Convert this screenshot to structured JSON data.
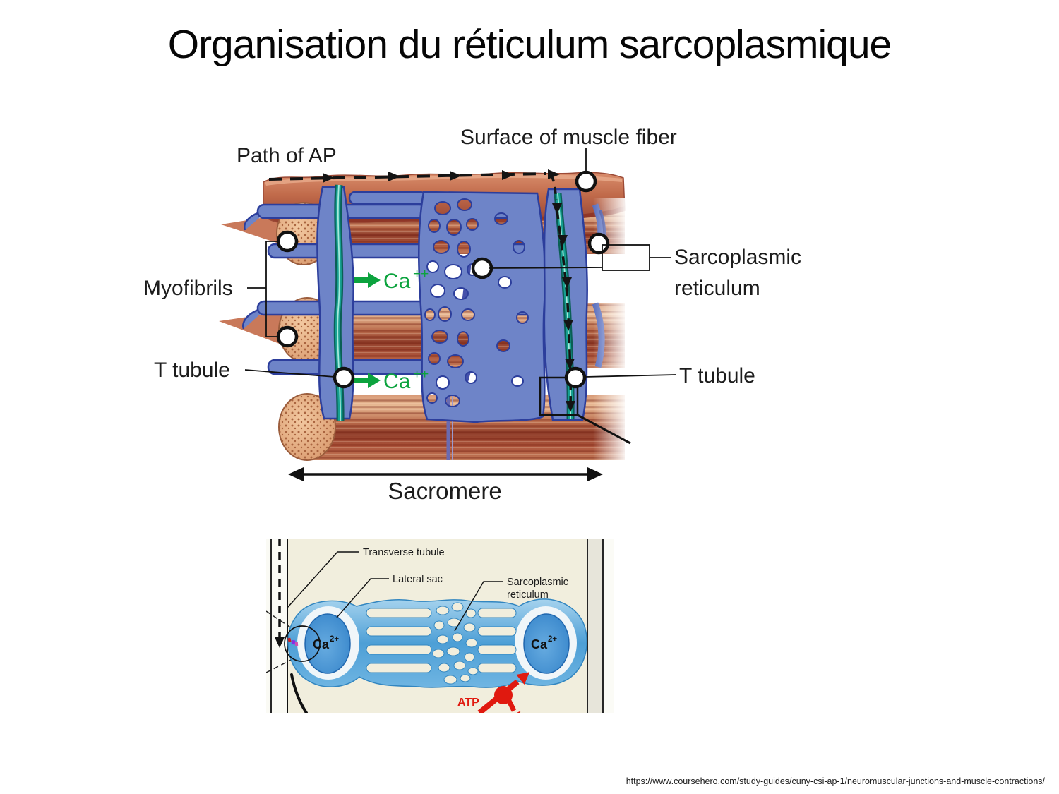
{
  "slide": {
    "title": "Organisation du réticulum sarcoplasmique",
    "source_url": "https://www.coursehero.com/study-guides/cuny-csi-ap-1/neuromuscular-junctions-and-muscle-contractions/"
  },
  "figure_top": {
    "labels": {
      "path_of_ap": "Path of AP",
      "surface_of_muscle_fiber": "Surface of muscle fiber",
      "myofibrils": "Myofibrils",
      "sarcoplasmic_line1": "Sarcoplasmic",
      "sarcoplasmic_line2": "reticulum",
      "t_tubule_left": "T tubule",
      "t_tubule_right": "T tubule",
      "calcium": "Ca",
      "calcium_charge": "++",
      "sacromere": "Sacromere"
    }
  },
  "figure_bottom": {
    "labels": {
      "transverse_tubule": "Transverse tubule",
      "lateral_sac": "Lateral sac",
      "sarcoplasmic_line1": "Sarcoplasmic",
      "sarcoplasmic_line2": "reticulum",
      "calcium": "Ca",
      "calcium_charge": "2+",
      "atp": "ATP"
    }
  },
  "palette": {
    "muscle_salmon": "#c87a58",
    "muscle_dark_red": "#8e3a2a",
    "sr_blue": "#6e84c8",
    "sr_blue_outline": "#2c3e9c",
    "t_tubule_teal": "#16a090",
    "calcium_green": "#0ca33e",
    "atp_red": "#e0190f",
    "figure2_background_cream": "#f1eedd",
    "figure2_sr_blue": "#4d9fd6",
    "figure2_sac_blue": "#2e7ec6"
  }
}
